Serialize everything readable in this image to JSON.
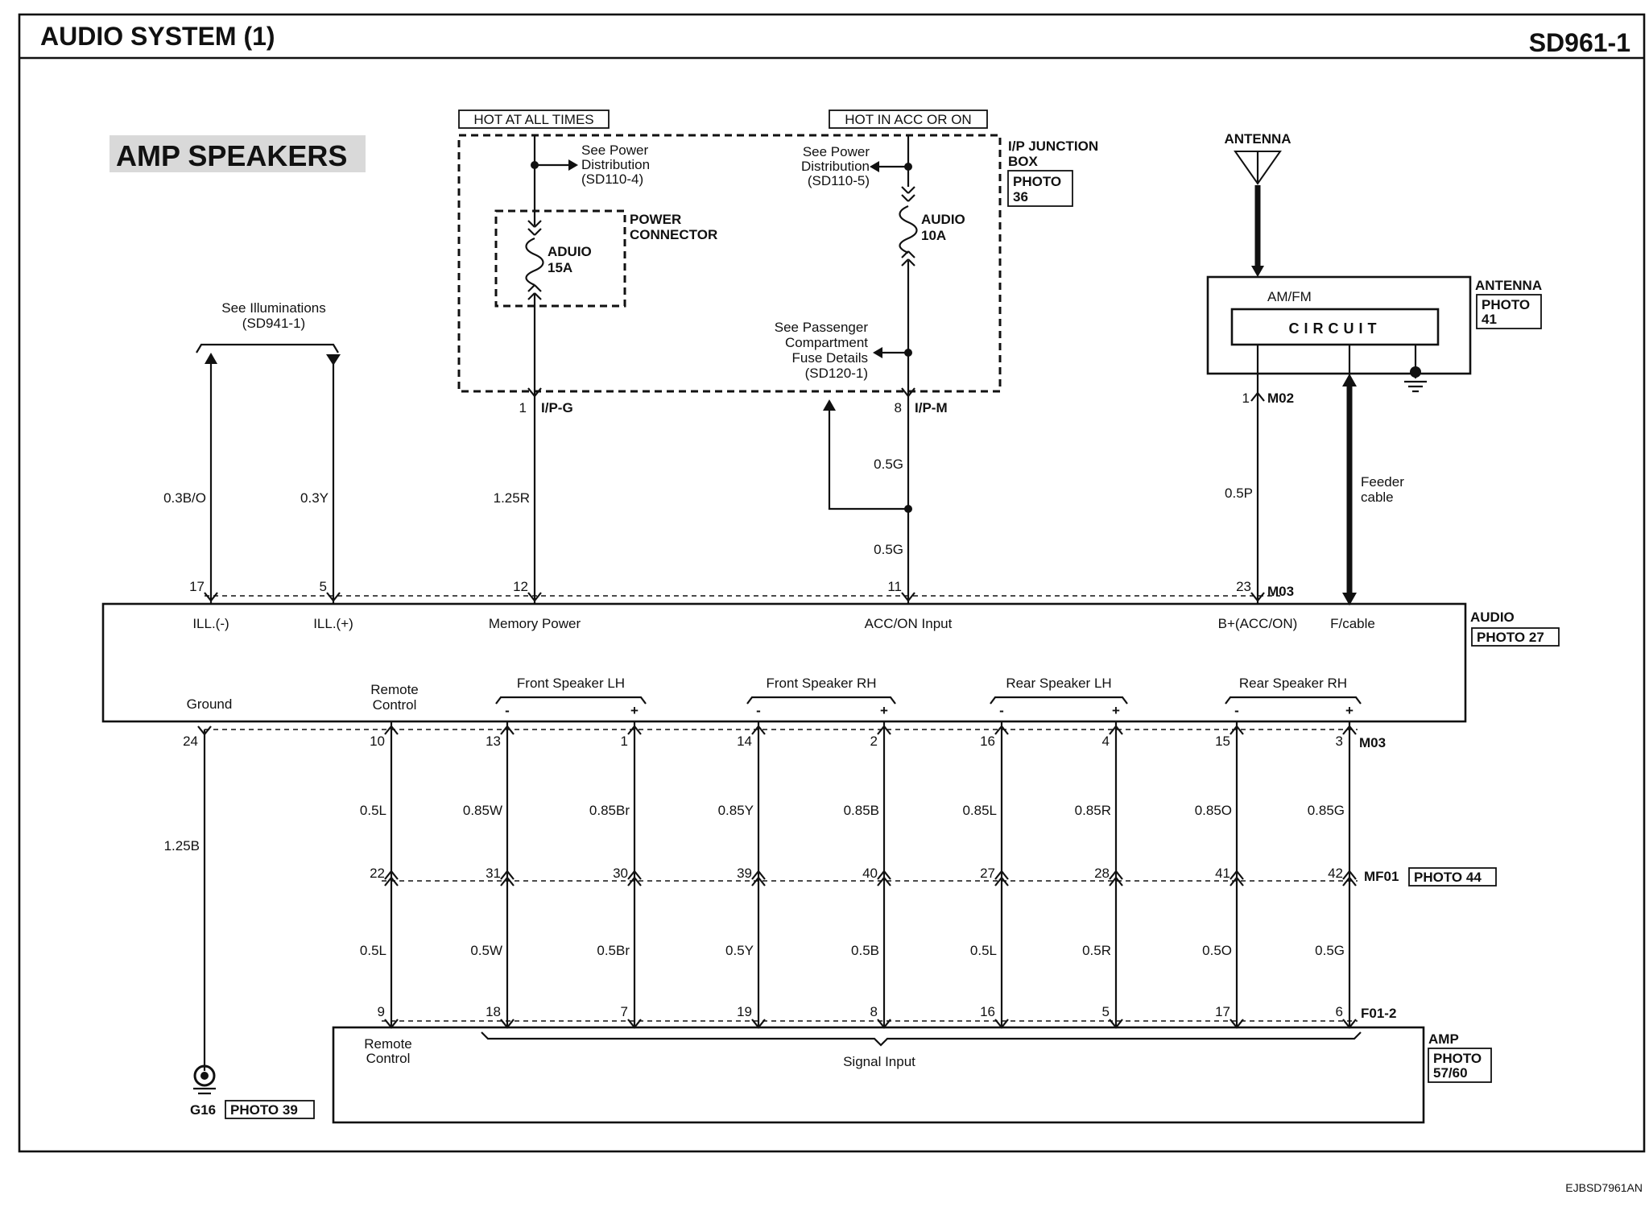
{
  "header": {
    "title": "AUDIO SYSTEM (1)",
    "code": "SD961-1"
  },
  "section_title": "AMP SPEAKERS",
  "footer_code": "EJBSD7961AN",
  "junction_box": {
    "hot_all": "HOT AT ALL TIMES",
    "hot_acc": "HOT IN ACC OR ON",
    "label1": "I/P JUNCTION",
    "label2": "BOX",
    "photo1": "PHOTO",
    "photo2": "36",
    "see_power_left": [
      "See Power",
      "Distribution",
      "(SD110-4)"
    ],
    "see_power_right": [
      "See Power",
      "Distribution",
      "(SD110-5)"
    ],
    "power_connector": [
      "POWER",
      "CONNECTOR"
    ],
    "fuse_left": [
      "ADUIO",
      "15A"
    ],
    "fuse_right": [
      "AUDIO",
      "10A"
    ],
    "passenger": [
      "See Passenger",
      "Compartment",
      "Fuse Details",
      "(SD120-1)"
    ],
    "pin_left": "1",
    "conn_left": "I/P-G",
    "pin_right": "8",
    "conn_right": "I/P-M"
  },
  "illumination": {
    "line1": "See Illuminations",
    "line2": "(SD941-1)"
  },
  "antenna": {
    "title": "ANTENNA",
    "amfm": "AM/FM",
    "circuit": "CIRCUIT",
    "label": "ANTENNA",
    "photo1": "PHOTO",
    "photo2": "41",
    "pin": "1",
    "conn": "M02",
    "wire": "0.5P",
    "feeder1": "Feeder",
    "feeder2": "cable"
  },
  "audio_unit": {
    "label": "AUDIO",
    "photo": "PHOTO 27",
    "conn_top": "M03",
    "conn_bottom": "M03",
    "top_pins": [
      {
        "pin": "17",
        "wire": "0.3B/O",
        "name": "ILL.(-)"
      },
      {
        "pin": "5",
        "wire": "0.3Y",
        "name": "ILL.(+)"
      },
      {
        "pin": "12",
        "wire": "1.25R",
        "name": "Memory Power"
      },
      {
        "pin": "11",
        "wire": "0.5G",
        "name": "ACC/ON Input"
      },
      {
        "pin": "23",
        "wire": "",
        "name": "B+(ACC/ON)"
      },
      {
        "pin": "",
        "wire": "",
        "name": "F/cable"
      }
    ],
    "acc_wire_upper": "0.5G",
    "ground_label": "Ground",
    "remote_label": [
      "Remote",
      "Control"
    ],
    "groups": [
      "Front Speaker LH",
      "Front Speaker RH",
      "Rear Speaker LH",
      "Rear Speaker RH"
    ],
    "minus": "-",
    "plus": "+"
  },
  "bottom_wires": [
    {
      "m03": "24",
      "upper": "1.25B",
      "mf01": "",
      "lower": "",
      "f01": ""
    },
    {
      "m03": "10",
      "upper": "0.5L",
      "mf01": "22",
      "lower": "0.5L",
      "f01": "9"
    },
    {
      "m03": "13",
      "upper": "0.85W",
      "mf01": "31",
      "lower": "0.5W",
      "f01": "18"
    },
    {
      "m03": "1",
      "upper": "0.85Br",
      "mf01": "30",
      "lower": "0.5Br",
      "f01": "7"
    },
    {
      "m03": "14",
      "upper": "0.85Y",
      "mf01": "39",
      "lower": "0.5Y",
      "f01": "19"
    },
    {
      "m03": "2",
      "upper": "0.85B",
      "mf01": "40",
      "lower": "0.5B",
      "f01": "8"
    },
    {
      "m03": "16",
      "upper": "0.85L",
      "mf01": "27",
      "lower": "0.5L",
      "f01": "16"
    },
    {
      "m03": "4",
      "upper": "0.85R",
      "mf01": "28",
      "lower": "0.5R",
      "f01": "5"
    },
    {
      "m03": "15",
      "upper": "0.85O",
      "mf01": "41",
      "lower": "0.5O",
      "f01": "17"
    },
    {
      "m03": "3",
      "upper": "0.85G",
      "mf01": "42",
      "lower": "0.5G",
      "f01": "6"
    }
  ],
  "mf01": {
    "conn": "MF01",
    "photo": "PHOTO 44"
  },
  "amp": {
    "conn": "F01-2",
    "label": "AMP",
    "photo1": "PHOTO",
    "photo2": "57/60",
    "remote": [
      "Remote",
      "Control"
    ],
    "signal": "Signal Input"
  },
  "ground": {
    "name": "G16",
    "photo": "PHOTO 39"
  }
}
